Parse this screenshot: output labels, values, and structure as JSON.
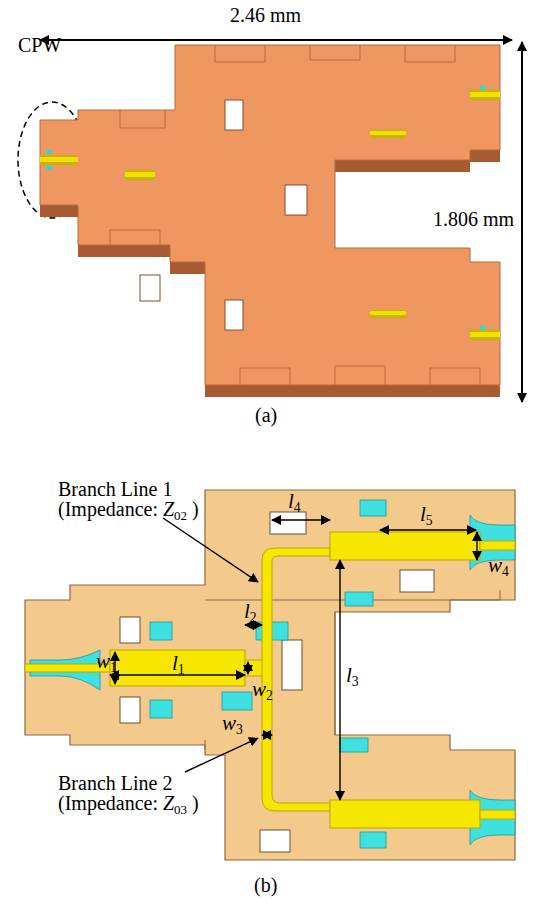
{
  "diagram": {
    "labels": [
      "2.46 mm",
      "CPW",
      "1.806 mm",
      "(a)",
      "Branch Line 1",
      "(Impedance: Z02 )",
      "l4",
      "l5",
      "w4",
      "l2",
      "w1",
      "l1",
      "w2",
      "l3",
      "w3",
      "Branch Line 2",
      "(Impedance: Z03 )",
      "(b)"
    ]
  }
}
